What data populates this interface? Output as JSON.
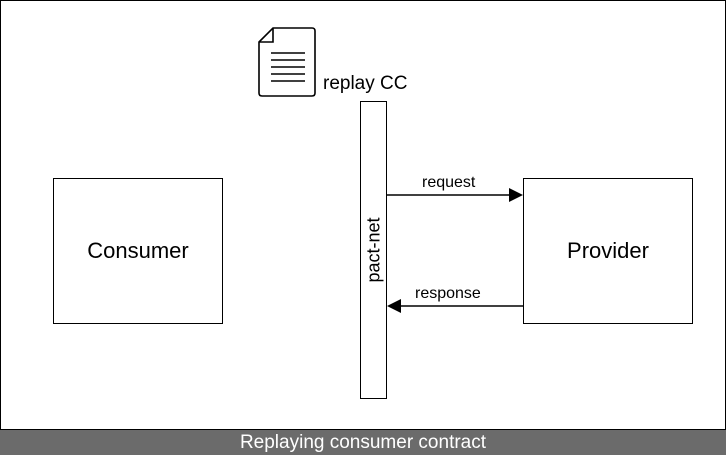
{
  "diagram": {
    "consumer_label": "Consumer",
    "provider_label": "Provider",
    "bar_label": "pact-net",
    "request_label": "request",
    "response_label": "response",
    "replay_label": "replay CC",
    "document_icon": "document-icon"
  },
  "caption": {
    "text": "Replaying consumer contract",
    "background": "#6b6b6b"
  }
}
